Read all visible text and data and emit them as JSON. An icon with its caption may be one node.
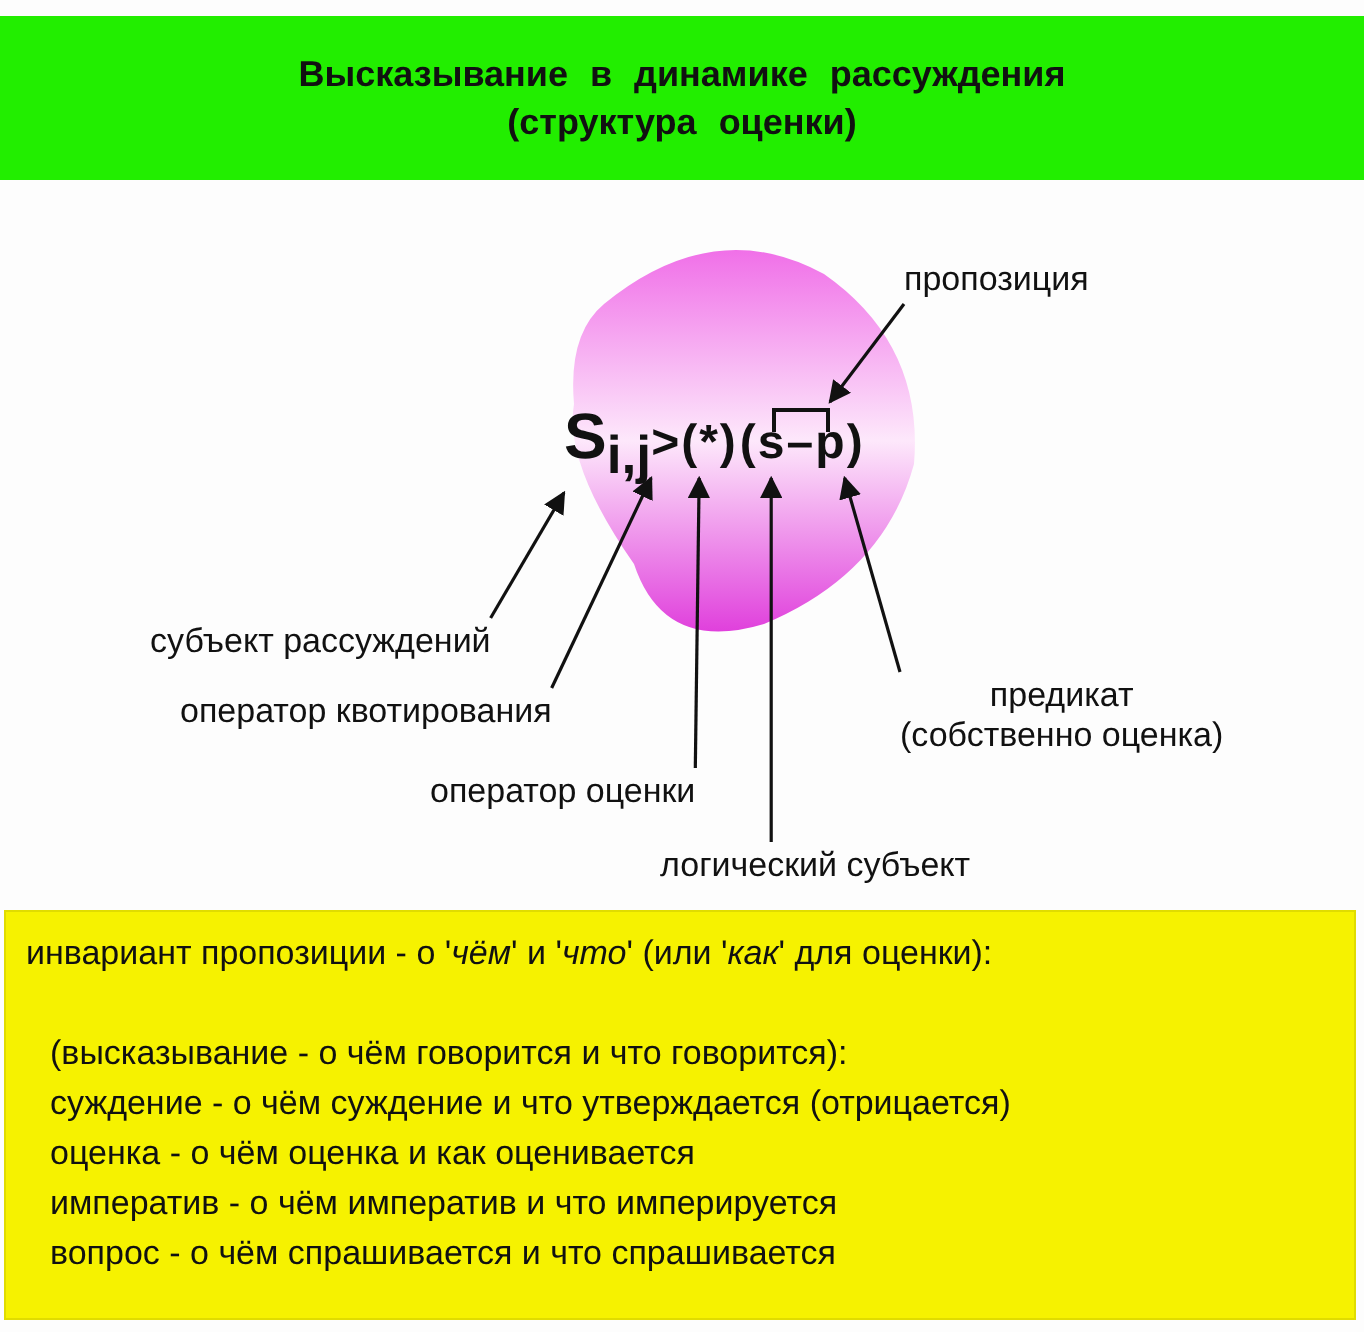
{
  "diagram": {
    "title": "Высказывание в динамике рассуждения (структура оценки)",
    "nodes": [
      {
        "text": [],
        "shape": "blob"
      },
      {
        "text": [
          "S$_{i,j}$"
        ],
        "in": 0
      },
      {
        "text": [
          ">"
        ],
        "in": 0
      },
      {
        "text": [
          "*"
        ],
        "in": 0
      },
      {
        "text": [
          "s"
        ],
        "in": 0
      },
      {
        "text": [
          "p"
        ],
        "in": 0
      },
      {
        "text": [],
        "shape": "bracket",
        "in": 0
      },
      {
        "text": [
          "пропозиция"
        ]
      },
      {
        "text": [
          "субъект рассуждений"
        ]
      },
      {
        "text": [
          "оператор квотирования"
        ]
      },
      {
        "text": [
          "оператор оценки"
        ]
      },
      {
        "text": [
          "логический субъект"
        ]
      },
      {
        "text": [
          "предикат",
          "(собственно оценка)"
        ]
      },
      {
        "text": [
          "инвариант пропозиции - о '*чём*' и '*что*' (или '*как*' для оценки):",
          "(высказывание - о чём говорится и что говорится):",
          "суждение - о чём суждение и что утверждается (отрицается)",
          "оценка - о чём оценка и как оценивается",
          "императив - о чём императив и что империруется",
          "вопрос - о чём спрашивается и что спрашивается"
        ]
      }
    ],
    "edges": [
      {
        "from": 7,
        "to": 6,
        "arrow": "to"
      },
      {
        "from": 8,
        "to": 1,
        "arrow": "to"
      },
      {
        "from": 9,
        "to": 2,
        "arrow": "to"
      },
      {
        "from": 10,
        "to": 3,
        "arrow": "to"
      },
      {
        "from": 11,
        "to": 4,
        "arrow": "to"
      },
      {
        "from": 12,
        "to": 5,
        "arrow": "to"
      }
    ],
    "labels": [
      "(",
      ")",
      "(",
      "–",
      ")"
    ]
  }
}
